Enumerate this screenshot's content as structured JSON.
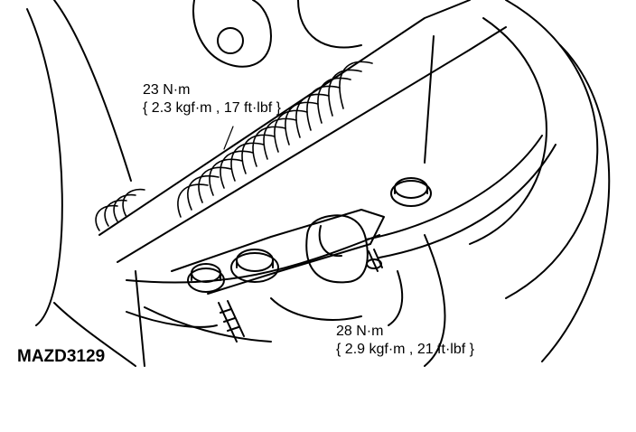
{
  "figure": {
    "id": "MAZD3129",
    "colors": {
      "ink": "#000000",
      "paper": "#ffffff"
    }
  },
  "callouts": [
    {
      "name": "upper-bolt-torque",
      "line1": "23 N·m",
      "line2": "{ 2.3 kgf·m , 17 ft·lbf }"
    },
    {
      "name": "lower-bolt-torque",
      "line1": "28 N·m",
      "line2": "{ 2.9 kgf·m , 21 ft·lbf }"
    }
  ]
}
